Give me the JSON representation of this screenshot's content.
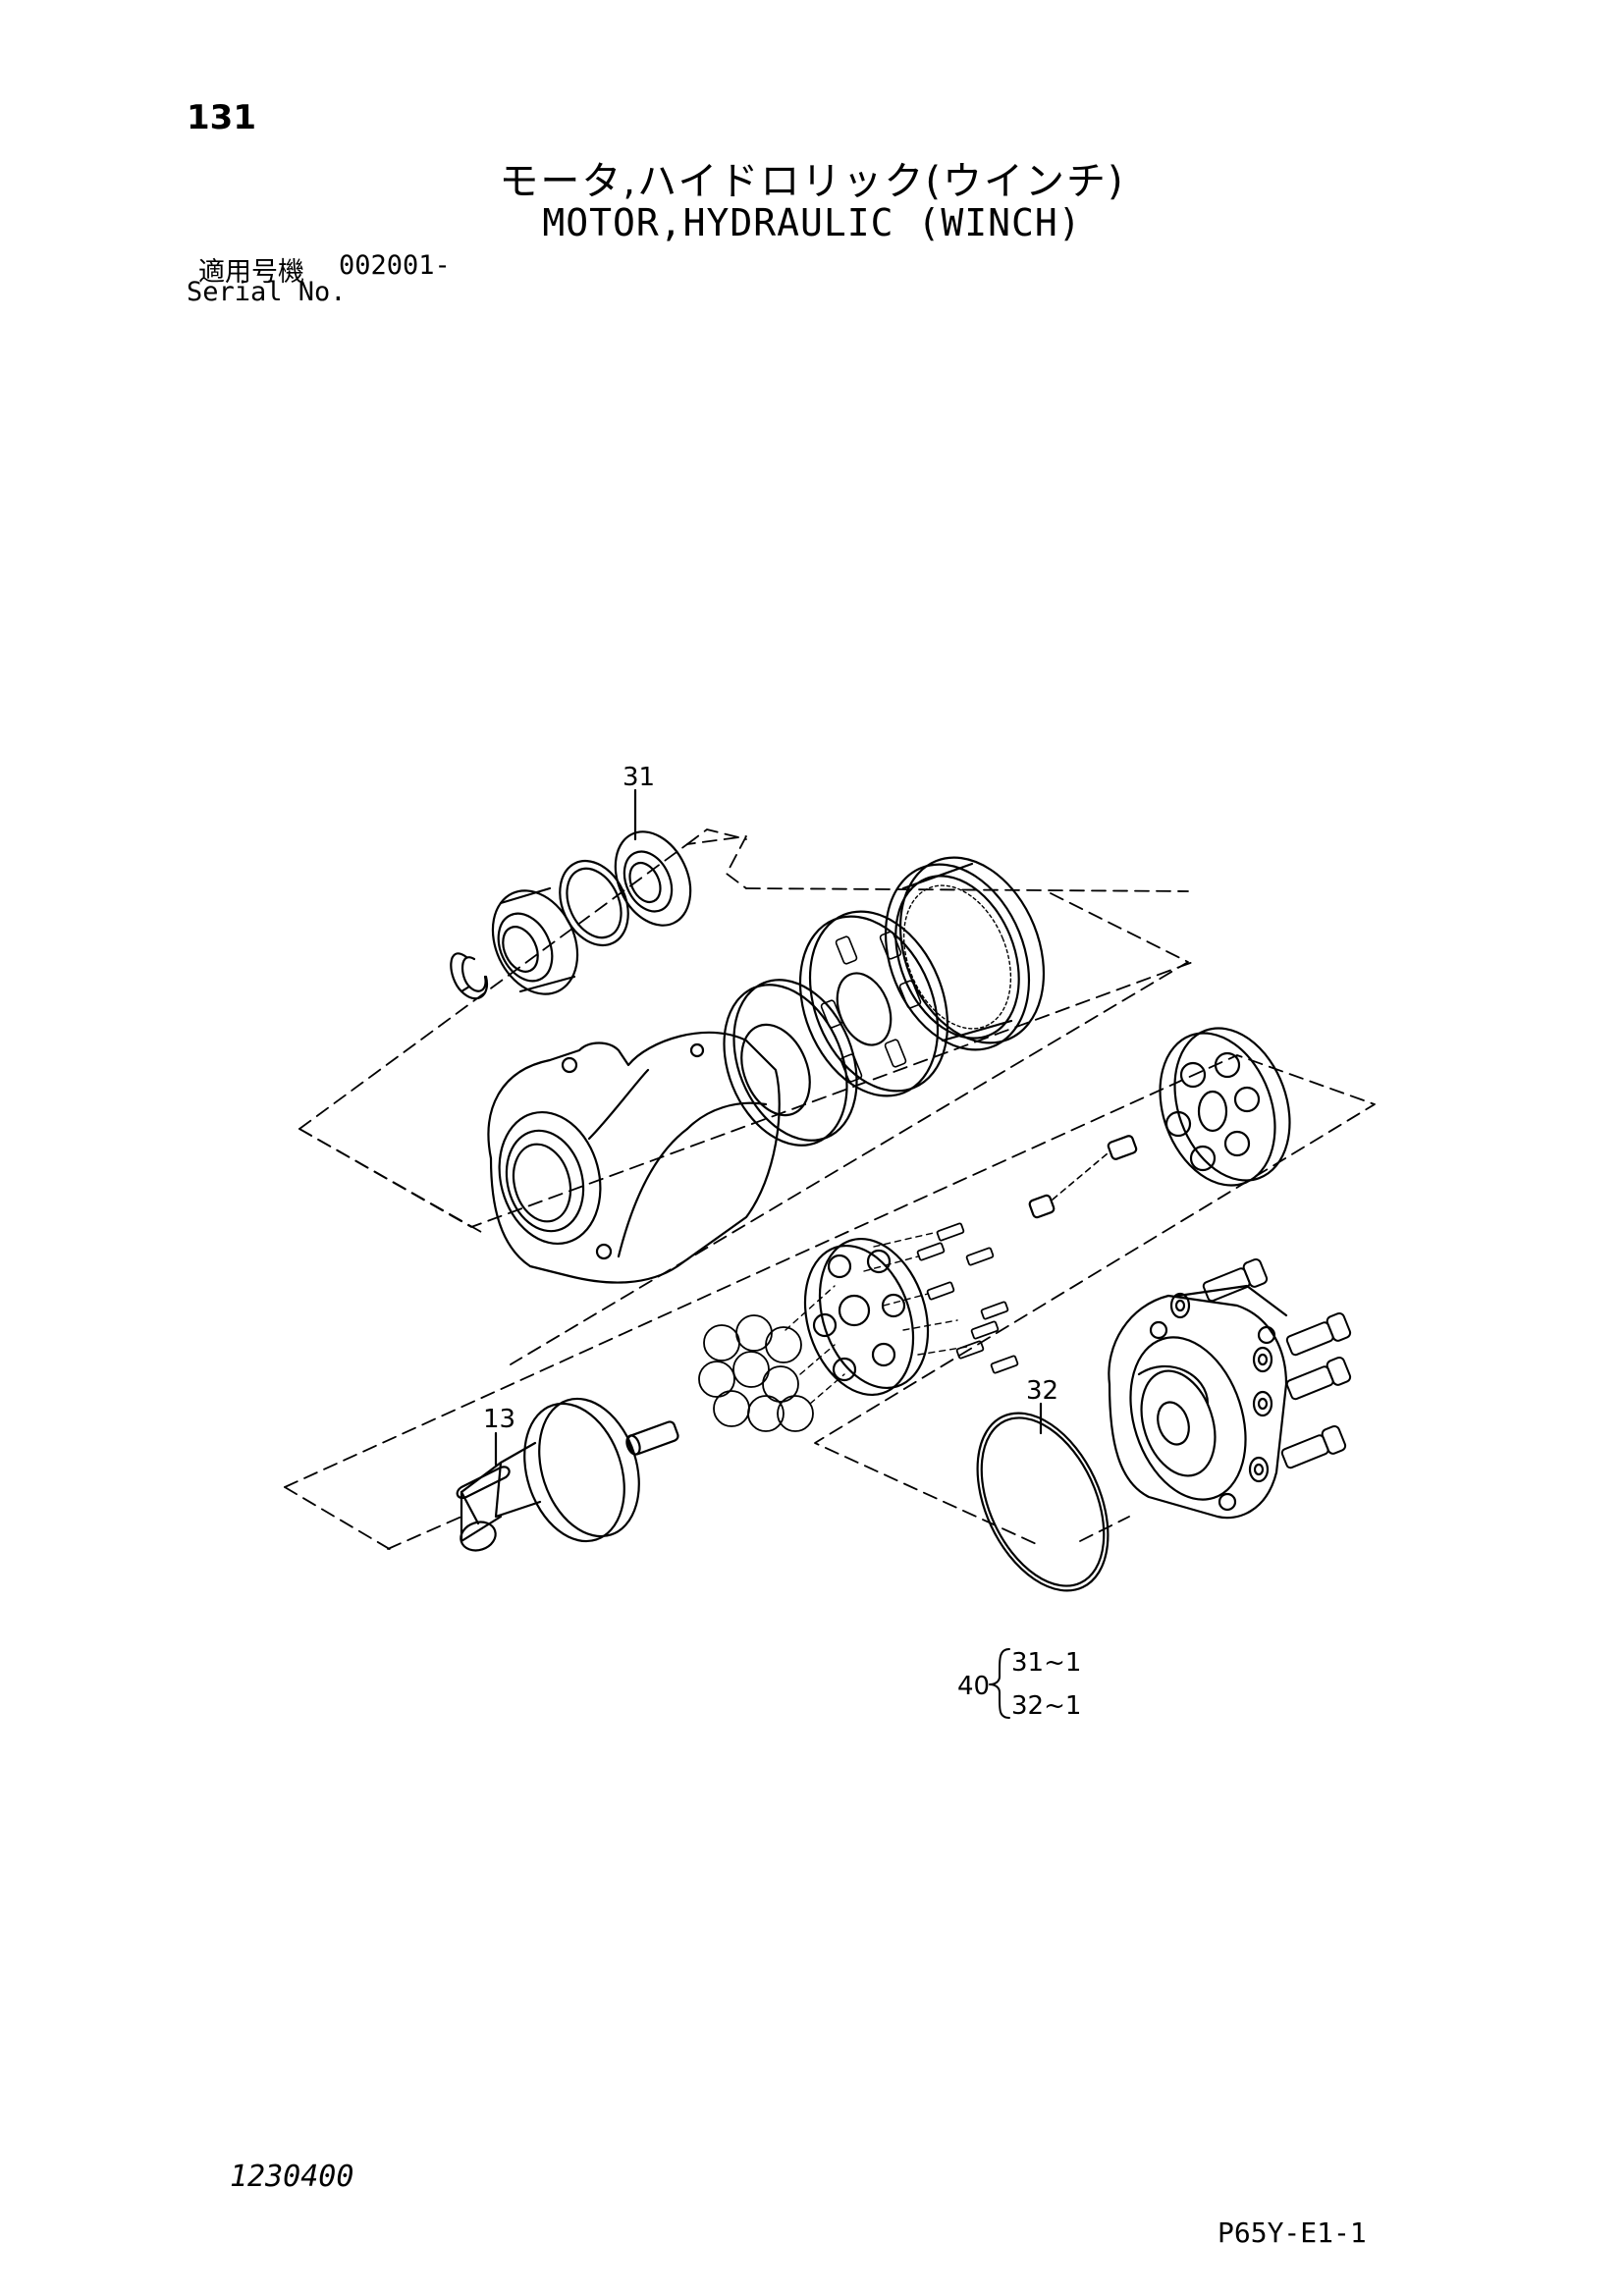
{
  "header": {
    "page_number": "131",
    "title_jp": "モータ,ハイドロリック(ウインチ)",
    "title_en": "MOTOR,HYDRAULIC (WINCH)",
    "serial_label_jp": "適用号機",
    "serial_value": "002001-",
    "serial_label_en": "Serial No."
  },
  "callouts": {
    "c31": "31",
    "c32": "32",
    "c13": "13",
    "kit_number": "40",
    "kit_item_1": "31~1",
    "kit_item_2": "32~1"
  },
  "footer": {
    "drawing_number": "1230400",
    "page_code": "P65Y-E1-1"
  }
}
